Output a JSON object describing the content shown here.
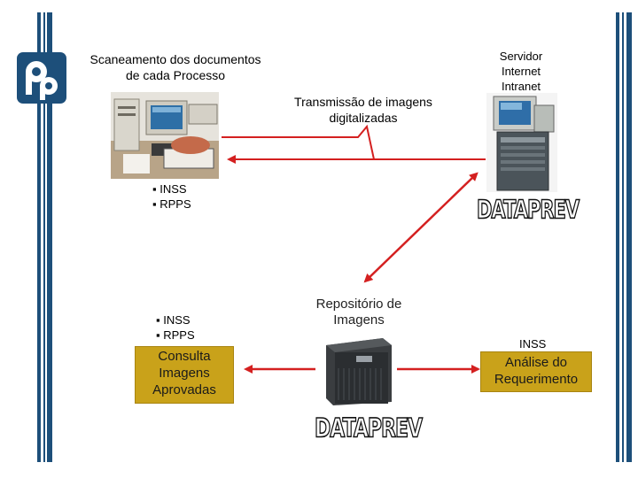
{
  "logo": {
    "name": "pp-logo-icon"
  },
  "scan": {
    "title_line1": "Scaneamento dos documentos",
    "title_line2": "de cada Processo"
  },
  "server": {
    "line1": "Servidor",
    "line2": "Internet",
    "line3": "Intranet"
  },
  "transmission": {
    "line1": "Transmissão de imagens",
    "line2": "digitalizadas"
  },
  "scan_orgs": [
    "INSS",
    "RPPS"
  ],
  "brand_top": "DATAPREV",
  "repository": {
    "line1": "Repositório de",
    "line2": "Imagens"
  },
  "brand_bottom": "DATAPREV",
  "consult_orgs": [
    "INSS",
    "RPPS"
  ],
  "consult_box": {
    "line1": "Consulta",
    "line2": "Imagens",
    "line3": "Aprovadas"
  },
  "inss_label": "INSS",
  "analysis_box": {
    "line1": "Análise do",
    "line2": "Requerimento"
  },
  "colors": {
    "frame_bar": "#1d4f7a",
    "arrow": "#d42020",
    "box_fill": "#c9a21a"
  }
}
